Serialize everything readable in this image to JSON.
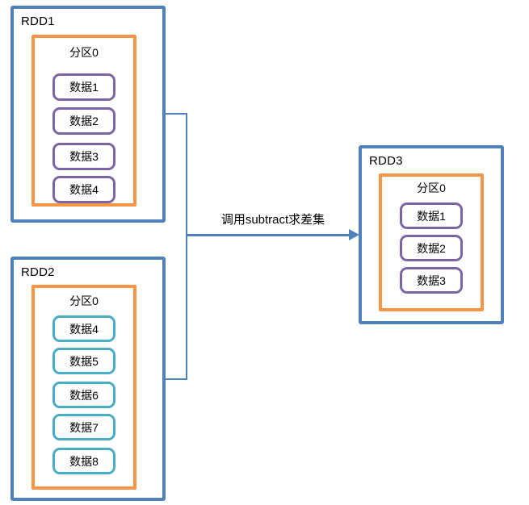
{
  "diagram": {
    "arrow_label": "调用subtract求差集"
  },
  "colors": {
    "rdd_border_blue": "#4f81bd",
    "partition_border_orange": "#f79646",
    "item_border_purple": "#7e64a5",
    "item_border_teal": "#4bacc6",
    "connector_blue": "#4f81bd",
    "background": "#ffffff",
    "text": "#000000"
  },
  "rdd1": {
    "title": "RDD1",
    "partition_label": "分区0",
    "items": [
      "数据1",
      "数据2",
      "数据3",
      "数据4"
    ]
  },
  "rdd2": {
    "title": "RDD2",
    "partition_label": "分区0",
    "items": [
      "数据4",
      "数据5",
      "数据6",
      "数据7",
      "数据8"
    ]
  },
  "rdd3": {
    "title": "RDD3",
    "partition_label": "分区0",
    "items": [
      "数据1",
      "数据2",
      "数据3"
    ]
  }
}
